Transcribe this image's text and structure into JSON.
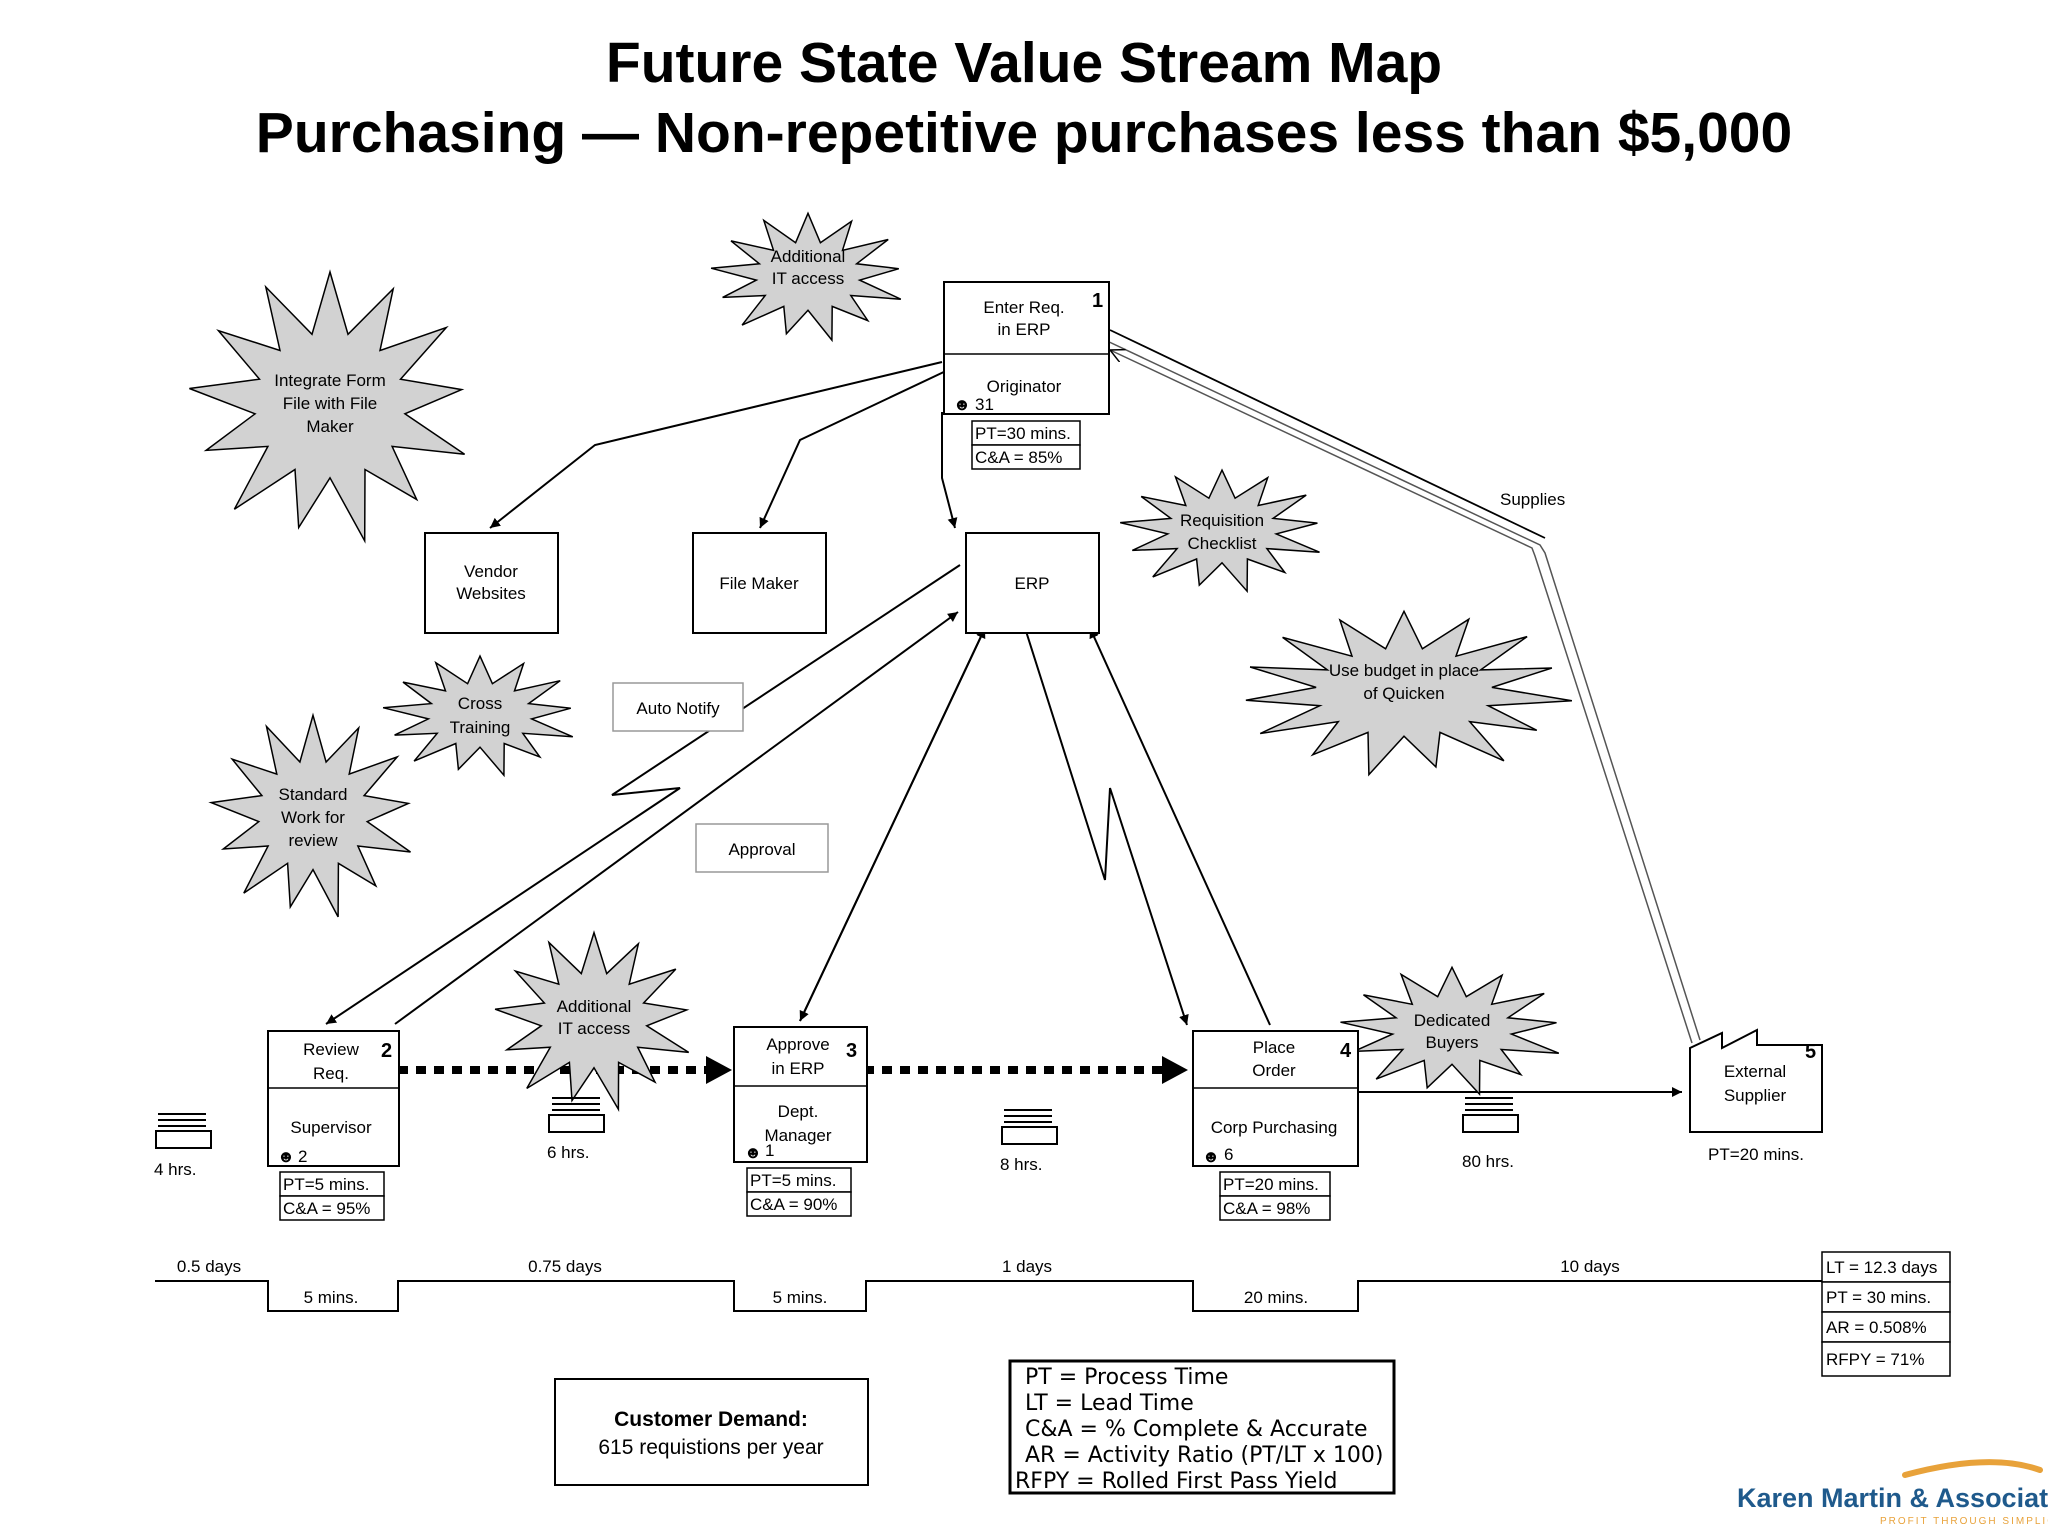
{
  "title": {
    "line1": "Future State Value Stream Map",
    "line2": "Purchasing — Non-repetitive purchases less than $5,000"
  },
  "kaizen_bursts": [
    {
      "id": "additional-it-top",
      "lines": [
        "Additional",
        "IT access"
      ]
    },
    {
      "id": "integrate-form",
      "lines": [
        "Integrate Form",
        "File with File",
        "Maker"
      ]
    },
    {
      "id": "requisition-checklist",
      "lines": [
        "Requisition",
        "Checklist"
      ]
    },
    {
      "id": "use-budget",
      "lines": [
        "Use budget in place",
        "of Quicken"
      ]
    },
    {
      "id": "cross-training",
      "lines": [
        "Cross",
        "Training"
      ]
    },
    {
      "id": "standard-work",
      "lines": [
        "Standard",
        "Work for",
        "review"
      ]
    },
    {
      "id": "additional-it-bottom",
      "lines": [
        "Additional",
        "IT access"
      ]
    },
    {
      "id": "dedicated-buyers",
      "lines": [
        "Dedicated",
        "Buyers"
      ]
    }
  ],
  "systems": {
    "vendor_websites": [
      "Vendor",
      "Websites"
    ],
    "file_maker": "File Maker",
    "erp": "ERP"
  },
  "signals": {
    "auto_notify": "Auto Notify",
    "approval": "Approval",
    "supplies": "Supplies"
  },
  "processes": [
    {
      "num": "1",
      "name": [
        "Enter Req.",
        "in ERP"
      ],
      "role": [
        "Originator"
      ],
      "operators": "31",
      "pt": "PT=30 mins.",
      "ca": "C&A = 85%"
    },
    {
      "num": "2",
      "name": [
        "Review",
        "Req."
      ],
      "role": [
        "Supervisor"
      ],
      "operators": "2",
      "pt": "PT=5 mins.",
      "ca": "C&A = 95%"
    },
    {
      "num": "3",
      "name": [
        "Approve",
        "in ERP"
      ],
      "role": [
        "Dept.",
        "Manager"
      ],
      "operators": "1",
      "pt": "PT=5 mins.",
      "ca": "C&A = 90%"
    },
    {
      "num": "4",
      "name": [
        "Place",
        "Order"
      ],
      "role": [
        "Corp Purchasing"
      ],
      "operators": "6",
      "pt": "PT=20 mins.",
      "ca": "C&A = 98%"
    }
  ],
  "supplier": {
    "num": "5",
    "name": [
      "External",
      "Supplier"
    ],
    "pt": "PT=20 mins."
  },
  "inventory": [
    "4 hrs.",
    "6 hrs.",
    "8 hrs.",
    "80 hrs."
  ],
  "timeline": {
    "waits": [
      "0.5 days",
      "0.75 days",
      "1 days",
      "10 days"
    ],
    "process_times": [
      "5 mins.",
      "5 mins.",
      "20 mins."
    ]
  },
  "summary": [
    "LT = 12.3 days",
    "PT = 30 mins.",
    "AR = 0.508%",
    "RFPY = 71%"
  ],
  "customer_demand": {
    "label": "Customer Demand:",
    "value": "615 requistions per year"
  },
  "legend": [
    "PT = Process Time",
    "LT = Lead Time",
    "C&A = % Complete & Accurate",
    "AR = Activity Ratio (PT/LT x 100)",
    "RFPY = Rolled First Pass Yield"
  ],
  "logo": {
    "name": "Karen Martin & Associates",
    "tagline": "PROFIT THROUGH SIMPLICITY",
    "accent": "#e8a23a",
    "brand": "#1f5a8c"
  }
}
